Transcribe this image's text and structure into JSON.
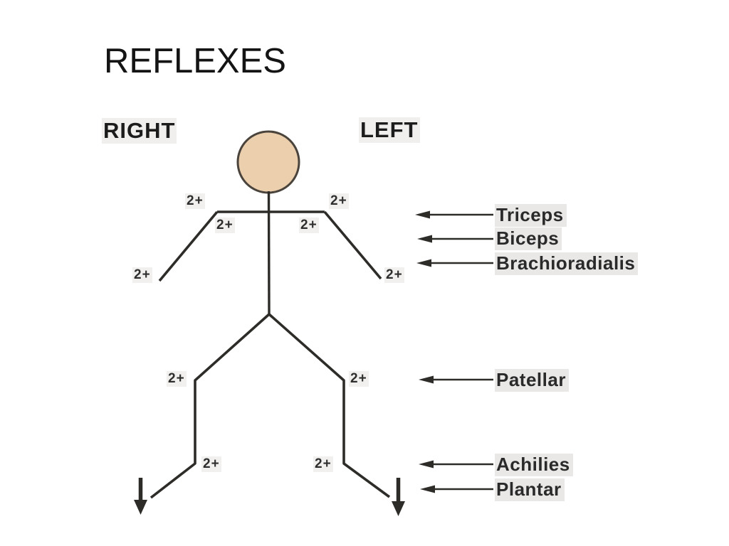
{
  "slide": {
    "title": "REFLEXES"
  },
  "diagram": {
    "side_labels": {
      "right": "RIGHT",
      "left": "LEFT"
    },
    "reflex_labels": [
      {
        "label": "Triceps"
      },
      {
        "label": "Biceps"
      },
      {
        "label": "Brachioradialis"
      },
      {
        "label": "Patellar"
      },
      {
        "label": "Achilies"
      },
      {
        "label": "Plantar"
      }
    ],
    "scores": [
      {
        "site": "right-triceps",
        "value": "2+"
      },
      {
        "site": "left-triceps",
        "value": "2+"
      },
      {
        "site": "right-biceps",
        "value": "2+"
      },
      {
        "site": "left-biceps",
        "value": "2+"
      },
      {
        "site": "right-brachioradialis",
        "value": "2+"
      },
      {
        "site": "left-brachioradialis",
        "value": "2+"
      },
      {
        "site": "right-patellar",
        "value": "2+"
      },
      {
        "site": "left-patellar",
        "value": "2+"
      },
      {
        "site": "right-achilles",
        "value": "2+"
      },
      {
        "site": "left-achilles",
        "value": "2+"
      }
    ],
    "colors": {
      "line": "#2e2c29",
      "head_fill": "#ecd0ae",
      "head_stroke": "#4a443c",
      "label_background": "#e9e8e7",
      "text": "#1c1c1c"
    }
  }
}
